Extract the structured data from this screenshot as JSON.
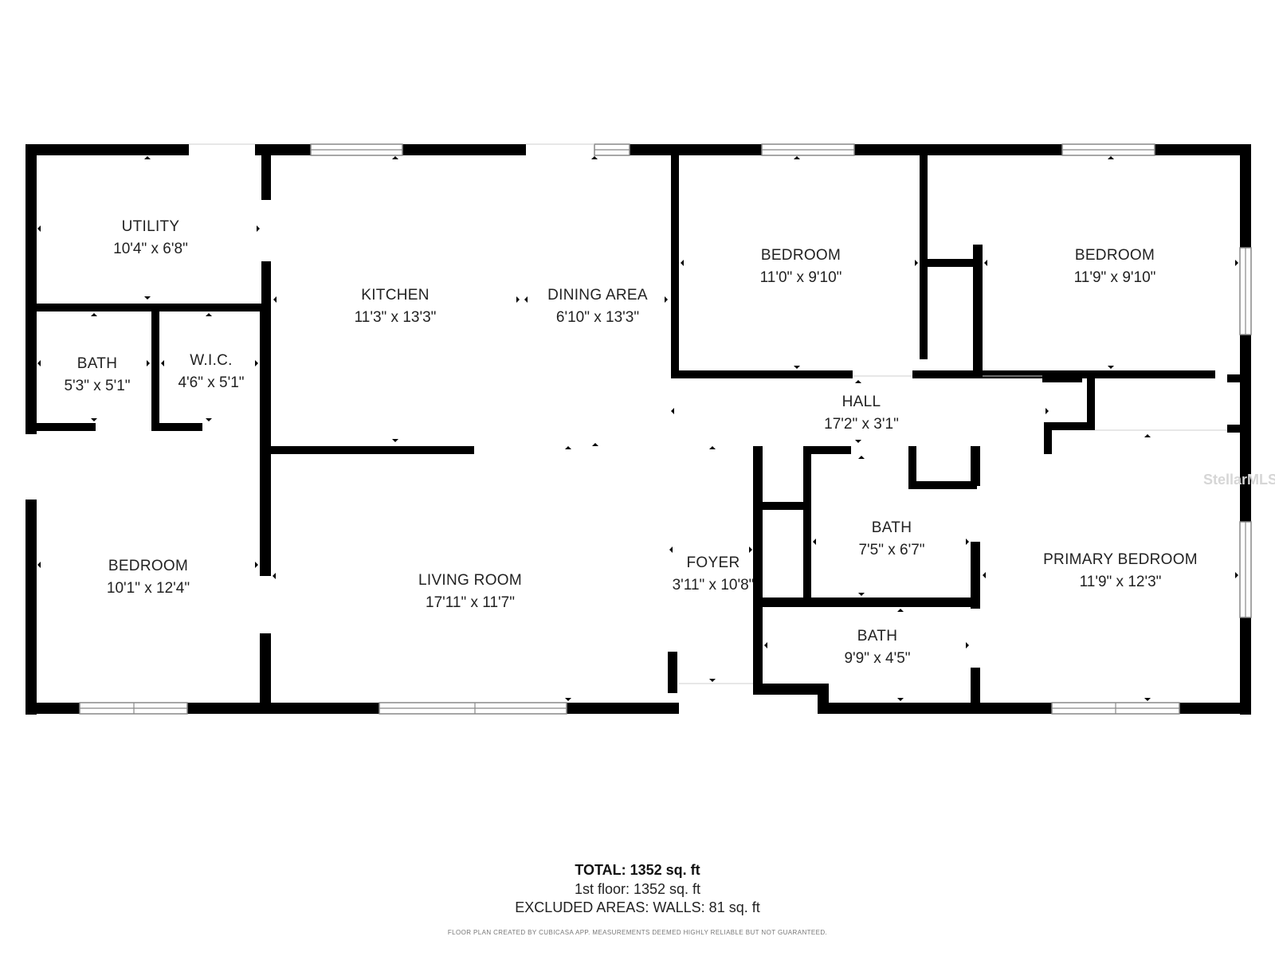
{
  "rooms": {
    "utility": {
      "name": "UTILITY",
      "dim": "10'4\" x 6'8\""
    },
    "kitchen": {
      "name": "KITCHEN",
      "dim": "11'3\" x 13'3\""
    },
    "dining": {
      "name": "DINING AREA",
      "dim": "6'10\" x 13'3\""
    },
    "bedroom2": {
      "name": "BEDROOM",
      "dim": "11'0\" x 9'10\""
    },
    "bedroom3": {
      "name": "BEDROOM",
      "dim": "11'9\" x 9'10\""
    },
    "bath1": {
      "name": "BATH",
      "dim": "5'3\" x 5'1\""
    },
    "wic": {
      "name": "W.I.C.",
      "dim": "4'6\" x 5'1\""
    },
    "hall": {
      "name": "HALL",
      "dim": "17'2\" x 3'1\""
    },
    "bedroom1": {
      "name": "BEDROOM",
      "dim": "10'1\" x 12'4\""
    },
    "living": {
      "name": "LIVING ROOM",
      "dim": "17'11\" x 11'7\""
    },
    "foyer": {
      "name": "FOYER",
      "dim": "3'11\" x 10'8\""
    },
    "bath2": {
      "name": "BATH",
      "dim": "7'5\" x 6'7\""
    },
    "primary": {
      "name": "PRIMARY BEDROOM",
      "dim": "11'9\" x 12'3\""
    },
    "bath3": {
      "name": "BATH",
      "dim": "9'9\" x 4'5\""
    }
  },
  "summary": {
    "total_label": "TOTAL: 1352 sq. ft",
    "floor_label": "1st floor: 1352 sq. ft",
    "excluded_label": "EXCLUDED AREAS: WALLS: 81 sq. ft",
    "disclaimer": "FLOOR PLAN CREATED BY CUBICASA APP. MEASUREMENTS DEEMED HIGHLY RELIABLE BUT NOT GUARANTEED."
  },
  "watermark": "StellarMLS",
  "colors": {
    "wall": "#000000",
    "background": "#ffffff"
  }
}
